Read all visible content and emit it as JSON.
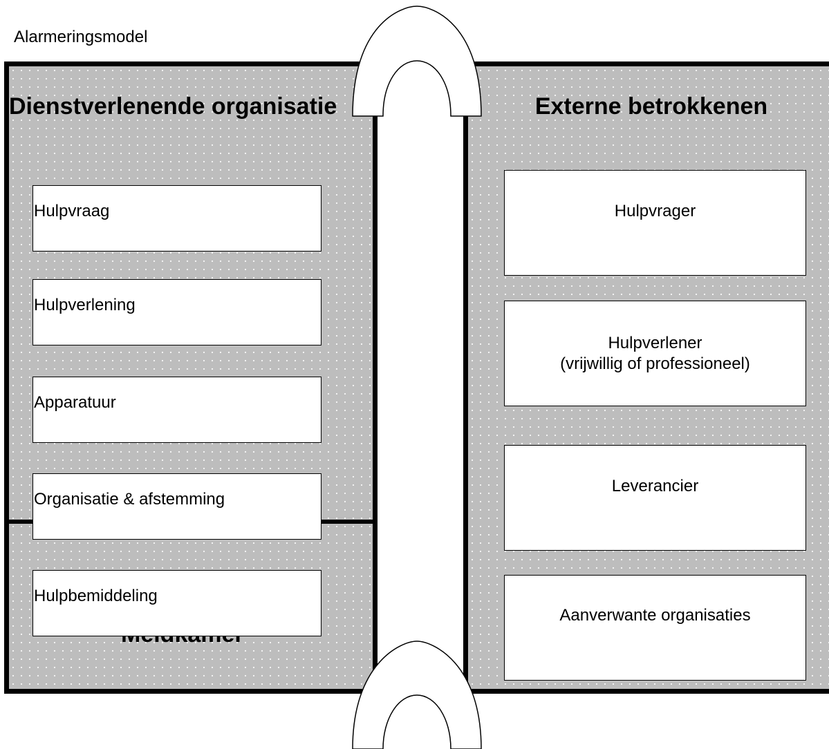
{
  "title": "Alarmeringsmodel",
  "left_panel": {
    "heading": "Dienstverlenende organisatie",
    "items": [
      "Hulpvraag",
      "Hulpverlening",
      "Apparatuur",
      "Organisatie & afstemming"
    ],
    "bottom_heading": "Meldkamer",
    "bottom_item": "Hulpbemiddeling"
  },
  "right_panel": {
    "heading": "Externe betrokkenen",
    "items": [
      "Hulpvrager",
      "Hulpverlener\n(vrijwillig of professioneel)",
      "Leverancier",
      "Aanverwante organisaties"
    ]
  }
}
